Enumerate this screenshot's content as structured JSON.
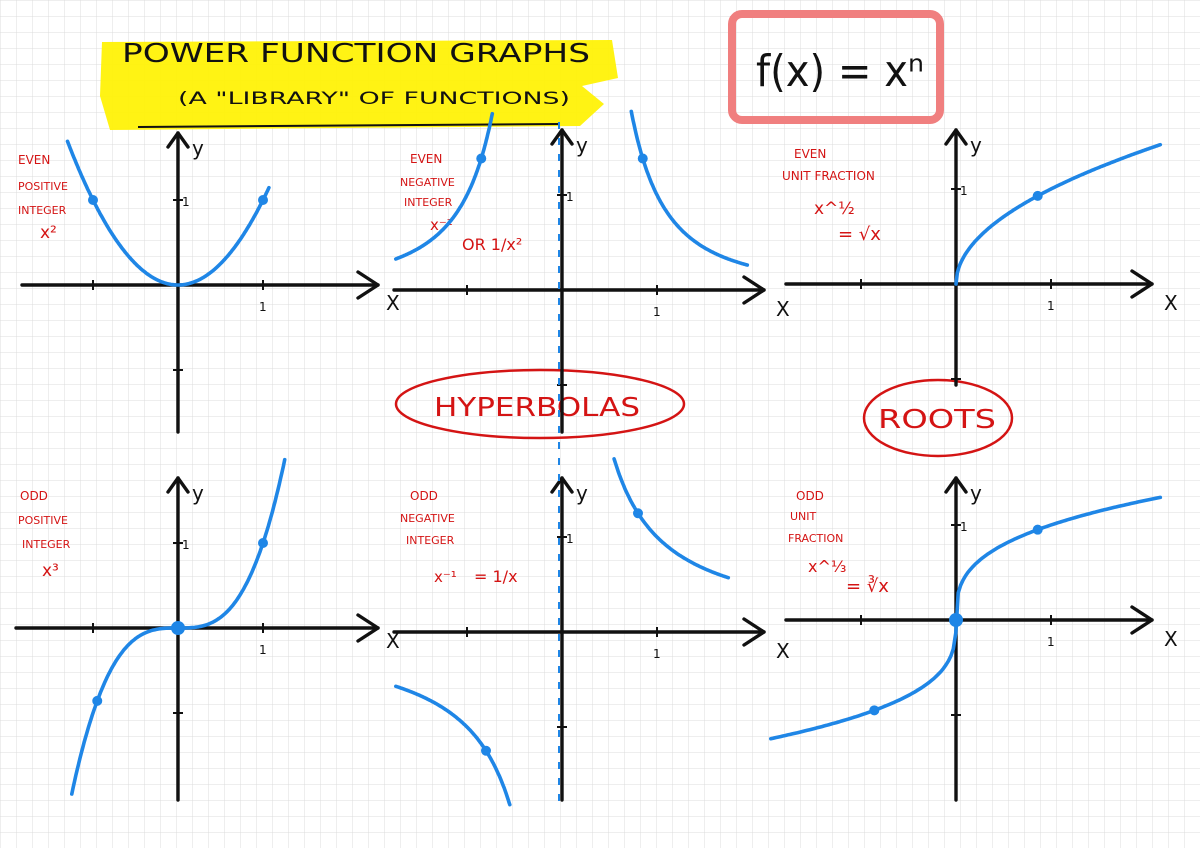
{
  "header": {
    "title": "POWER FUNCTION GRAPHS",
    "subtitle": "(A \"LIBRARY\" OF FUNCTIONS)",
    "formula": "f(x) = xⁿ"
  },
  "colors": {
    "grid": "#dcdcdc",
    "curve": "#1f86e6",
    "annotation": "#d41414",
    "axis": "#111111",
    "highlight": "#fff200",
    "formula_box": "#f07f7f"
  },
  "axes": {
    "x_label": "X",
    "y_label": "y",
    "unit_label": "1"
  },
  "badges": {
    "hyperbolas": "HYPERBOLAS",
    "roots": "ROOTS"
  },
  "panels": [
    {
      "id": "even-positive",
      "label_lines": [
        "EVEN",
        "POSITIVE",
        "INTEGER"
      ],
      "expr": "x²"
    },
    {
      "id": "even-negative",
      "label_lines": [
        "EVEN",
        "NEGATIVE",
        "INTEGER"
      ],
      "expr": "x⁻²",
      "alt": "OR  1/x²"
    },
    {
      "id": "even-unit-fraction",
      "label_lines": [
        "EVEN",
        "UNIT FRACTION"
      ],
      "expr": "x^½",
      "alt": "= √x"
    },
    {
      "id": "odd-positive",
      "label_lines": [
        "ODD",
        "POSITIVE",
        "INTEGER"
      ],
      "expr": "x³"
    },
    {
      "id": "odd-negative",
      "label_lines": [
        "ODD",
        "NEGATIVE",
        "INTEGER"
      ],
      "expr": "x⁻¹",
      "alt": "= 1/x"
    },
    {
      "id": "odd-unit-fraction",
      "label_lines": [
        "ODD",
        "UNIT",
        "FRACTION"
      ],
      "expr": "x^⅓",
      "alt": "= ∛x"
    }
  ]
}
